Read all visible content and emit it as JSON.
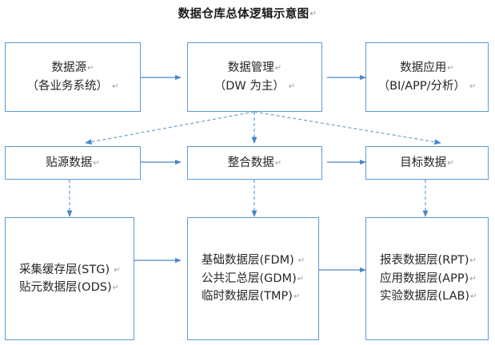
{
  "title": {
    "text": "数据仓库总体逻辑示意图",
    "mark": "↵"
  },
  "colors": {
    "box_border": "#5b9bd5",
    "arrow_solid": "#4a86c8",
    "arrow_dashed": "#6fa8dc",
    "text": "#262626",
    "pilcrow": "#9a9a9a",
    "background": "#ffffff"
  },
  "nodes": {
    "row1": [
      {
        "id": "data-source",
        "lines": [
          "数据源",
          "（各业务系统）"
        ],
        "marks": [
          "↵",
          "↵"
        ]
      },
      {
        "id": "data-management",
        "lines": [
          "数据管理",
          "（DW 为主）"
        ],
        "marks": [
          "↵",
          "↵"
        ]
      },
      {
        "id": "data-application",
        "lines": [
          "数据应用",
          "（BI/APP/分析）"
        ],
        "marks": [
          "↵",
          "↵"
        ]
      }
    ],
    "row2": [
      {
        "id": "source-aligned-data",
        "lines": [
          "贴源数据"
        ],
        "marks": [
          "↵"
        ]
      },
      {
        "id": "integrated-data",
        "lines": [
          "整合数据"
        ],
        "marks": [
          "↵"
        ]
      },
      {
        "id": "target-data",
        "lines": [
          "目标数据"
        ],
        "marks": [
          "↵"
        ]
      }
    ],
    "row3": [
      {
        "id": "staging-layers",
        "lines": [
          "采集缓存层(STG)",
          "贴元数据层(ODS)"
        ],
        "marks": [
          "↵",
          "↵"
        ]
      },
      {
        "id": "foundation-layers",
        "lines": [
          "基础数据层(FDM)",
          "公共汇总层(GDM)",
          "临时数据层(TMP)"
        ],
        "marks": [
          "↵",
          "↵",
          "↵"
        ]
      },
      {
        "id": "application-layers",
        "lines": [
          "报表数据层(RPT)",
          "应用数据层(APP)",
          "实验数据层(LAB)"
        ],
        "marks": [
          "↵",
          "↵",
          "↵"
        ]
      }
    ]
  },
  "connectors": [
    {
      "name": "data-source-to-data-management",
      "style": "solid"
    },
    {
      "name": "data-management-to-data-application",
      "style": "solid"
    },
    {
      "name": "data-management-to-source-aligned-data",
      "style": "dashed"
    },
    {
      "name": "data-management-to-integrated-data",
      "style": "dashed"
    },
    {
      "name": "data-management-to-target-data",
      "style": "dashed"
    },
    {
      "name": "source-aligned-data-to-integrated-data",
      "style": "solid"
    },
    {
      "name": "integrated-data-to-target-data",
      "style": "solid"
    },
    {
      "name": "source-aligned-data-to-staging-layers",
      "style": "dashed"
    },
    {
      "name": "integrated-data-to-foundation-layers",
      "style": "dashed"
    },
    {
      "name": "target-data-to-application-layers",
      "style": "dashed"
    },
    {
      "name": "staging-layers-to-foundation-layers",
      "style": "solid"
    },
    {
      "name": "foundation-layers-to-application-layers",
      "style": "solid"
    }
  ]
}
